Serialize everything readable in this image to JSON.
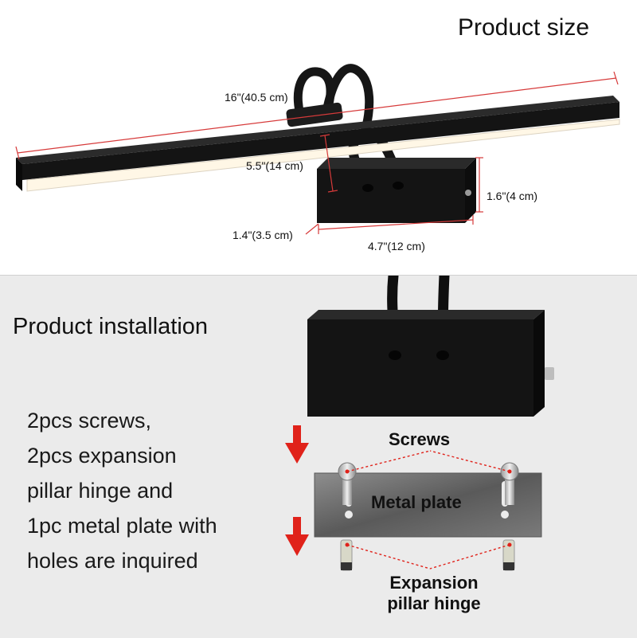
{
  "product_size": {
    "title": "Product size",
    "length_label": "16\"(40.5 cm)",
    "arm_label": "5.5\"(14 cm)",
    "height_label": "1.6\"(4 cm)",
    "depth_label": "1.4\"(3.5 cm)",
    "width_label": "4.7\"(12 cm)"
  },
  "installation": {
    "title": "Product installation",
    "lines": [
      "2pcs screws,",
      "2pcs expansion",
      "pillar hinge and",
      "1pc metal plate with",
      "holes are inquired"
    ],
    "screws_label": "Screws",
    "plate_label": "Metal plate",
    "hinge_label_1": "Expansion",
    "hinge_label_2": "pillar hinge"
  },
  "colors": {
    "dimension_line": "#d63a3a",
    "arrow": "#e0221a",
    "lamp_body": "#161616",
    "light_panel": "#fff7e6"
  }
}
